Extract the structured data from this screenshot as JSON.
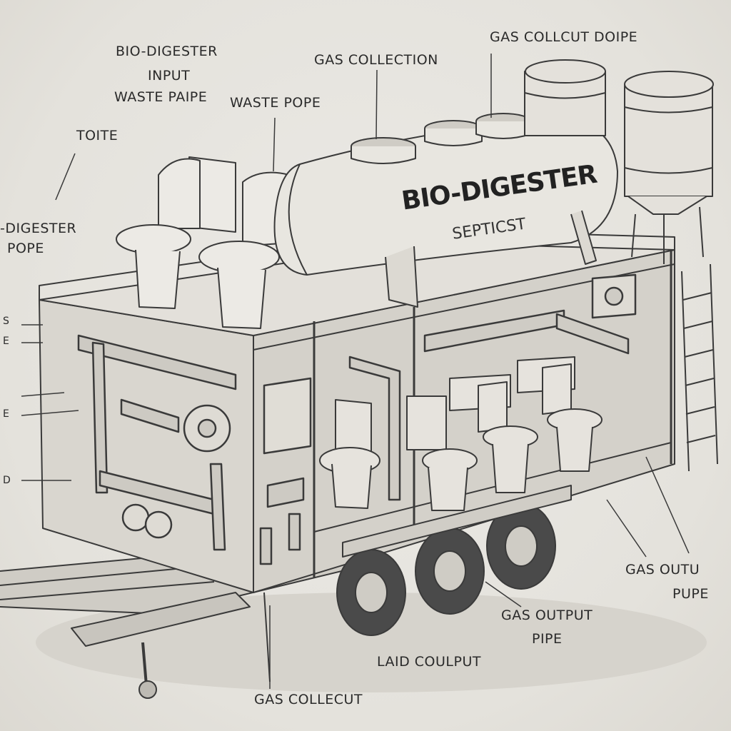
{
  "labels": {
    "bio_digester_input_1": "BIO-DIGESTER",
    "bio_digester_input_2": "INPUT",
    "bio_digester_input_3": "WASTE PAIPE",
    "gas_collection": "GAS COLLECTION",
    "gas_collout_doipe": "GAS COLLCUT  DOIPE",
    "waste_pope": "WASTE POPE",
    "toite": "TOITE",
    "digester_pope_1": "-DIGESTER",
    "digester_pope_2": "POPE",
    "left_cut_1": "S",
    "left_cut_2": "E",
    "left_cut_3": "E",
    "left_cut_4": "D",
    "gas_outu_pupe_1": "GAS OUTU",
    "gas_outu_pupe_2": "PUPE",
    "gas_output_pipe_1": "GAS OUTPUT",
    "gas_output_pipe_2": "PIPE",
    "laid_coulput": "LAID COULPUT",
    "gas_collecut": "GAS COLLECUT"
  },
  "tank": {
    "title": "BIO-DIGESTER",
    "subtitle": "SEPTICST"
  }
}
